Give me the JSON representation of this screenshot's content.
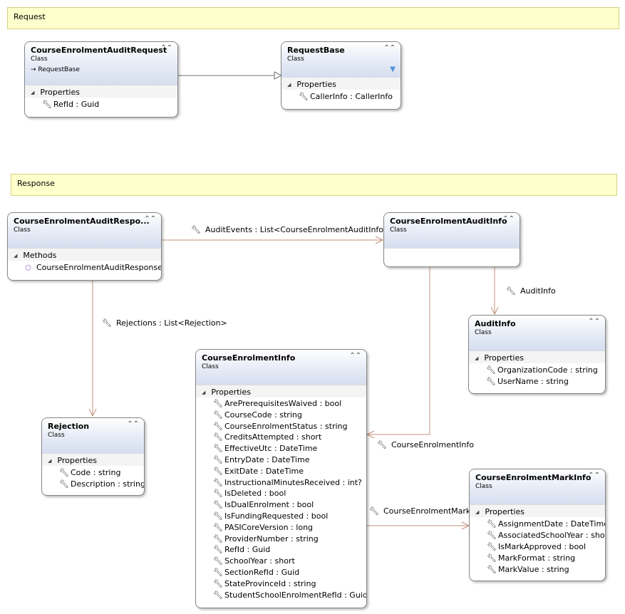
{
  "notes": {
    "request": "Request",
    "response": "Response"
  },
  "classes": {
    "course_enrolment_audit_request": {
      "name": "CourseEnrolmentAuditRequest",
      "type": "Class",
      "base": "RequestBase",
      "sections": [
        {
          "title": "Properties",
          "items": [
            "RefId : Guid"
          ]
        }
      ]
    },
    "request_base": {
      "name": "RequestBase",
      "type": "Class",
      "sections": [
        {
          "title": "Properties",
          "items": [
            "CallerInfo : CallerInfo"
          ]
        }
      ]
    },
    "course_enrolment_audit_response": {
      "name": "CourseEnrolmentAuditRespo...",
      "type": "Class",
      "sections": [
        {
          "title": "Methods",
          "items": [
            "CourseEnrolmentAuditResponse()"
          ]
        }
      ]
    },
    "course_enrolment_audit_info": {
      "name": "CourseEnrolmentAuditInfo",
      "type": "Class"
    },
    "audit_info": {
      "name": "AuditInfo",
      "type": "Class",
      "sections": [
        {
          "title": "Properties",
          "items": [
            "OrganizationCode : string",
            "UserName : string"
          ]
        }
      ]
    },
    "rejection": {
      "name": "Rejection",
      "type": "Class",
      "sections": [
        {
          "title": "Properties",
          "items": [
            "Code : string",
            "Description : string"
          ]
        }
      ]
    },
    "course_enrolment_info": {
      "name": "CourseEnrolmentInfo",
      "type": "Class",
      "sections": [
        {
          "title": "Properties",
          "items": [
            "ArePrerequisitesWaived : bool",
            "CourseCode : string",
            "CourseEnrolmentStatus : string",
            "CreditsAttempted : short",
            "EffectiveUtc : DateTime",
            "EntryDate : DateTime",
            "ExitDate : DateTime",
            "InstructionalMinutesReceived : int?",
            "IsDeleted : bool",
            "IsDualEnrolment : bool",
            "IsFundingRequested : bool",
            "PASICoreVersion : long",
            "ProviderNumber : string",
            "RefId : Guid",
            "SchoolYear : short",
            "SectionRefId : Guid",
            "StateProvinceId : string",
            "StudentSchoolEnrolmentRefId : Guid"
          ]
        }
      ]
    },
    "course_enrolment_mark_info": {
      "name": "CourseEnrolmentMarkInfo",
      "type": "Class",
      "sections": [
        {
          "title": "Properties",
          "items": [
            "AssignmentDate : DateTime",
            "AssociatedSchoolYear : short",
            "IsMarkApproved : bool",
            "MarkFormat : string",
            "MarkValue : string"
          ]
        }
      ]
    }
  },
  "associations": {
    "audit_events": "AuditEvents : List<CourseEnrolmentAuditInfo>",
    "rejections": "Rejections : List<Rejection>",
    "audit_info": "AuditInfo",
    "course_enrolment_info": "CourseEnrolmentInfo",
    "course_enrolment_mark": "CourseEnrolmentMark"
  },
  "icons": {
    "collapse": "double-chevron-up-icon",
    "property": "wrench-icon",
    "method": "method-cube-icon",
    "filter": "funnel-icon",
    "inherit": "inheritance-arrow-icon"
  },
  "colors": {
    "note_fill": "#ffffcc",
    "association_line": "#c0907a",
    "header_gradient_end": "#d6deef"
  }
}
